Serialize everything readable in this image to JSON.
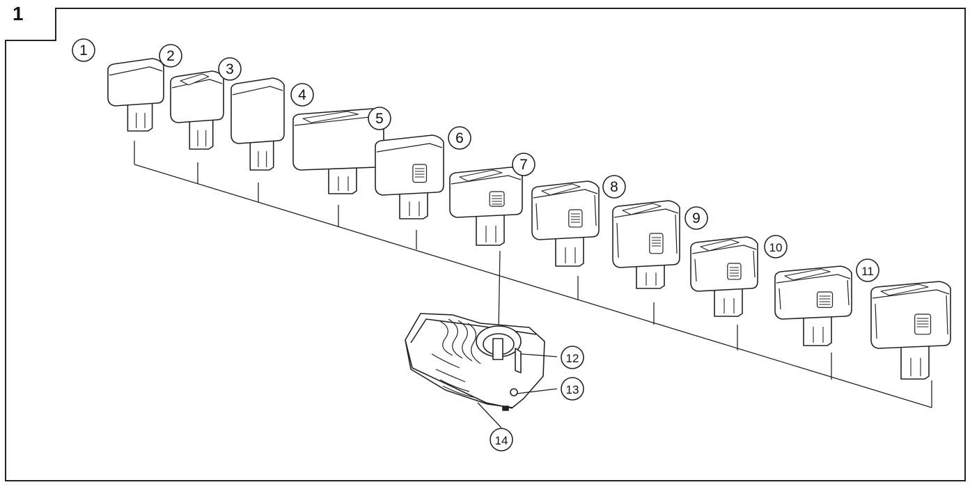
{
  "figure": {
    "number": "1"
  },
  "batteries": [
    {
      "label": "1"
    },
    {
      "label": "2"
    },
    {
      "label": "3"
    },
    {
      "label": "4"
    },
    {
      "label": "5"
    },
    {
      "label": "6"
    },
    {
      "label": "7"
    },
    {
      "label": "8"
    },
    {
      "label": "9"
    },
    {
      "label": "10"
    },
    {
      "label": "11"
    }
  ],
  "charger_parts": [
    {
      "label": "12"
    },
    {
      "label": "13"
    },
    {
      "label": "14"
    }
  ]
}
